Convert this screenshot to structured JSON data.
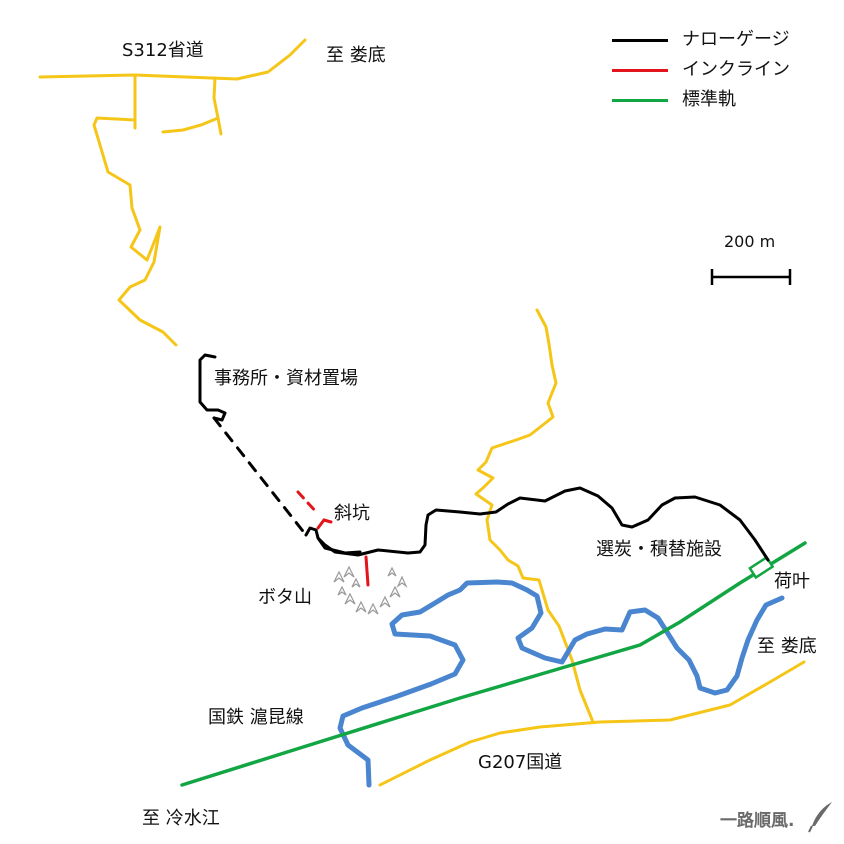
{
  "legend": {
    "narrow_gauge": "ナローゲージ",
    "incline": "インクライン",
    "standard_gauge": "標準軌"
  },
  "scale_label": "200 m",
  "places": {
    "s312": "S312省道",
    "to_loudi_top": "至 娄底",
    "office": "事務所・資材置場",
    "slope_shaft": "斜坑",
    "boneyard": "ボタ山",
    "coal_facility": "選炭・積替施設",
    "heye_station": "荷叶",
    "to_loudi_right": "至 娄底",
    "national_railway": "国鉄 滬昆線",
    "g207": "G207国道",
    "to_lengshuijiang": "至 冷水江"
  },
  "credit": "一路順風.",
  "colors": {
    "narrow_gauge": "#000000",
    "incline": "#e3141b",
    "standard_gauge": "#12a543",
    "road": "#f5c518",
    "river": "#4a86cf",
    "spoil_heap": "#9a9a9a"
  },
  "icons": {
    "credit_icon": "quill-pen-icon"
  }
}
